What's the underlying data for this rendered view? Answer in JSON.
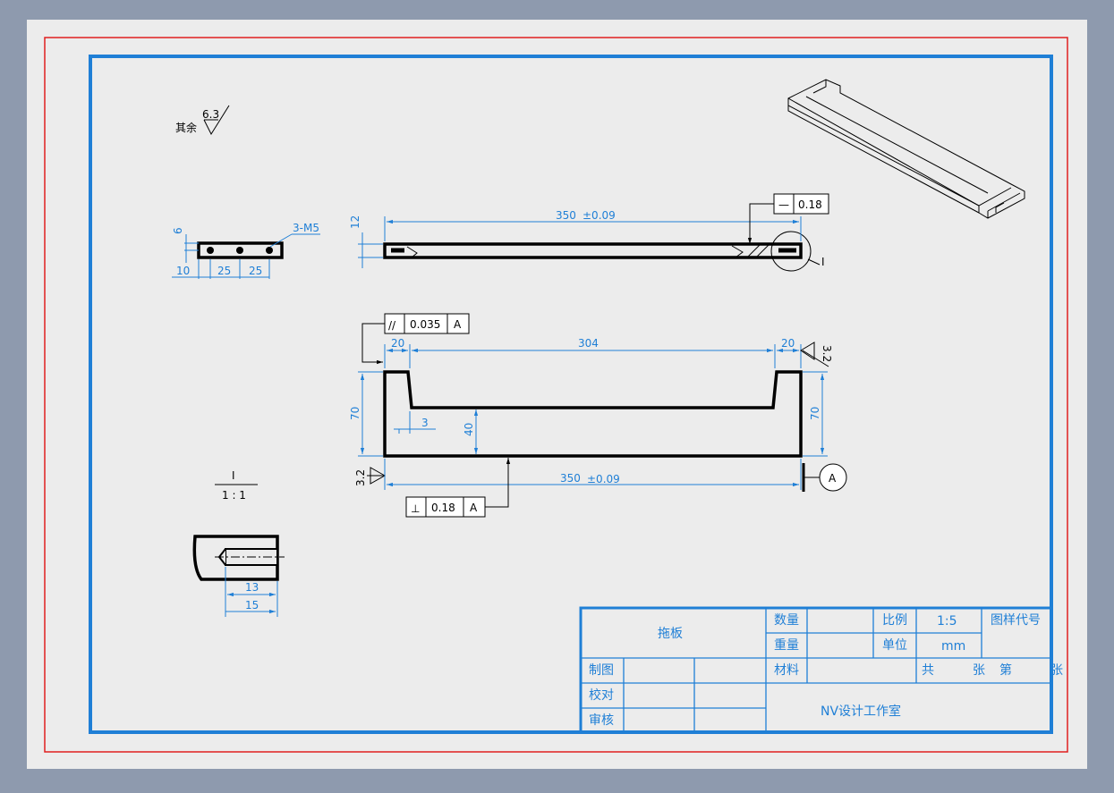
{
  "surface_roughness": {
    "prefix": "其余",
    "value": "6.3"
  },
  "roughness_marks": [
    "3.2",
    "3.2"
  ],
  "side_view": {
    "dims": [
      "6",
      "10",
      "25",
      "25"
    ],
    "thread": "3-M5"
  },
  "front_view": {
    "height": "12",
    "length": "350",
    "tolerance": "±0.09",
    "straightness": {
      "symbol": "—",
      "value": "0.18"
    },
    "detail_ref": "I"
  },
  "top_view": {
    "parallelism": {
      "symbol": "//",
      "value": "0.035",
      "datum": "A"
    },
    "dims": {
      "left": "20",
      "span": "304",
      "right": "20",
      "h_left": "70",
      "h_right": "70",
      "slot": "3",
      "depth": "40",
      "length": "350",
      "tolerance": "±0.09"
    },
    "perpendicularity": {
      "symbol": "⊥",
      "value": "0.18",
      "datum": "A"
    },
    "datum": "A"
  },
  "detail": {
    "label": "I",
    "scale": "1 : 1",
    "dims": [
      "13",
      "15"
    ]
  },
  "title_block": {
    "part_name": "拖板",
    "qty_label": "数量",
    "qty_value": "",
    "scale_label": "比例",
    "scale_value": "1:5",
    "drawing_no_label": "图样代号",
    "weight_label": "重量",
    "weight_value": "",
    "unit_label": "单位",
    "unit_value": "mm",
    "material_label": "材料",
    "material_value": "",
    "sheets": [
      "共",
      "张",
      "第",
      "张"
    ],
    "rows": [
      "制图",
      "校对",
      "审核"
    ],
    "studio": "NV设计工作室"
  },
  "colors": {
    "background": "#8e9aae",
    "sheet": "#ececec",
    "border_blue": "#1f7fd6",
    "border_red": "#e01e1e"
  }
}
